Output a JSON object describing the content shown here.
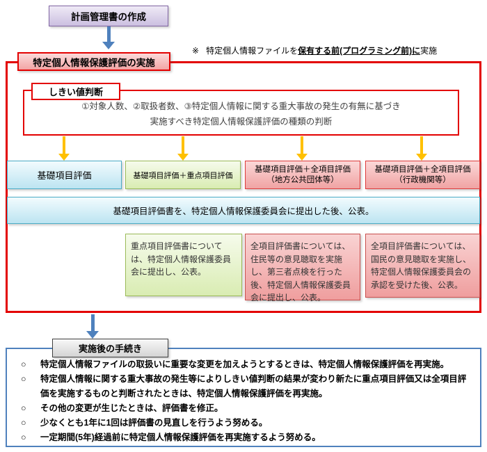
{
  "colors": {
    "frame_red": "#E30000",
    "frame_blue": "#4F81BD",
    "arrow_blue": "#4F81BD",
    "arrow_yellow": "#FFC000",
    "purple_border": "#8064A2",
    "cyan_border": "#4BACC6",
    "green_border": "#9BBB59",
    "pink_border": "#DD3A3A"
  },
  "flow": {
    "plan_box": "計画管理書の作成",
    "note": {
      "marker": "※",
      "prefix": "特定個人情報ファイルを",
      "emphasis": "保有する前(プログラミング前)に",
      "suffix": "実施"
    },
    "assessment": {
      "title": "特定個人情報保護評価の実施",
      "threshold_label": "しきい値判断",
      "threshold_line1": "①対象人数、②取扱者数、③特定個人情報に関する重大事故の発生の有無に基づき",
      "threshold_line2": "実施すべき特定個人情報保護評価の種類の判断",
      "result_basic": "基礎項目評価",
      "result_basic_priority": "基礎項目評価＋重点項目評価",
      "result_full_local_line1": "基礎項目評価＋全項目評価",
      "result_full_local_line2": "（地方公共団体等）",
      "result_full_gov_line1": "基礎項目評価＋全項目評価",
      "result_full_gov_line2": "（行政機関等）",
      "publish_basic": "基礎項目評価書を、特定個人情報保護委員会に提出した後、公表。",
      "detail_priority": "重点項目評価書については、特定個人情報保護委員会に提出し、公表。",
      "detail_full_local": "全項目評価書については、住民等の意見聴取を実施し、第三者点検を行った後、特定個人情報保護委員会に提出し、公表。",
      "detail_full_gov": "全項目評価書については、国民の意見聴取を実施し、特定個人情報保護委員会の承認を受けた後、公表。"
    },
    "post": {
      "title": "実施後の手続き",
      "marker": "○",
      "items": [
        "特定個人情報ファイルの取扱いに重要な変更を加えようとするときは、特定個人情報保護評価を再実施。",
        "特定個人情報に関する重大事故の発生等によりしきい値判断の結果が変わり新たに重点項目評価又は全項目評価を実施するものと判断されたときは、特定個人情報保護評価を再実施。",
        "その他の変更が生じたときは、評価書を修正。",
        "少なくとも1年に1回は評価書の見直しを行うよう努める。",
        "一定期間(5年)経過前に特定個人情報保護評価を再実施するよう努める。"
      ]
    }
  }
}
